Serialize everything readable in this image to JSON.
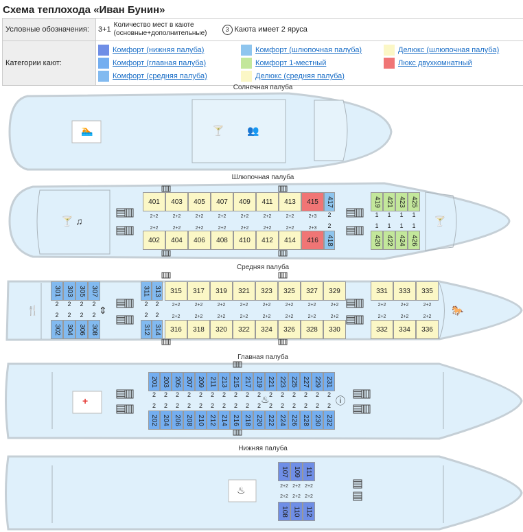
{
  "title": "Схема теплохода «Иван Бунин»",
  "legend": {
    "label_symbols": "Условные обозначения:",
    "capacity_sample": "3+1",
    "capacity_text_1": "Количество мест в каюте",
    "capacity_text_2": "(основные+дополнительные)",
    "tiers_sample": "3",
    "tiers_text": "Каюта имеет 2 яруса",
    "label_categories": "Категории кают:",
    "categories": [
      {
        "label": "Комфорт (нижняя палуба)",
        "color": "#6f8ee6"
      },
      {
        "label": "Комфорт (шлюпочная палуба)",
        "color": "#8ec5ee"
      },
      {
        "label": "Делюкс (шлюпочная палуба)",
        "color": "#fbf7c6"
      },
      {
        "label": "Комфорт (главная палуба)",
        "color": "#74aef0"
      },
      {
        "label": "Комфорт 1-местный",
        "color": "#c3e79b"
      },
      {
        "label": "Люкс двухкомнатный",
        "color": "#f07575"
      },
      {
        "label": "Комфорт (средняя палуба)",
        "color": "#82baf0"
      },
      {
        "label": "Делюкс (средняя палуба)",
        "color": "#fbf7c6"
      }
    ]
  },
  "decks": {
    "sun": "Солнечная палуба",
    "boat": "Шлюпочная палуба",
    "middle": "Средняя палуба",
    "main": "Главная палуба",
    "lower": "Нижняя палуба"
  },
  "places": {
    "p22": "2+2",
    "p2": "2",
    "p23": "2+3",
    "p1": "1"
  },
  "cabins": {
    "boat_top": [
      "401",
      "403",
      "405",
      "407",
      "409",
      "411",
      "413",
      "415"
    ],
    "boat_bot": [
      "402",
      "404",
      "406",
      "408",
      "410",
      "412",
      "414",
      "416"
    ],
    "boat_side": [
      "417",
      "418"
    ],
    "boat_single_top": [
      "419",
      "421",
      "423",
      "425"
    ],
    "boat_single_bot": [
      "420",
      "422",
      "424",
      "426"
    ],
    "mid_fwd_top": [
      "301",
      "303",
      "305",
      "307"
    ],
    "mid_fwd_bot": [
      "302",
      "304",
      "306",
      "308"
    ],
    "mid_side_top": [
      "311",
      "313"
    ],
    "mid_side_bot": [
      "312",
      "314"
    ],
    "mid_top": [
      "315",
      "317",
      "319",
      "321",
      "323",
      "325",
      "327",
      "329"
    ],
    "mid_bot": [
      "316",
      "318",
      "320",
      "322",
      "324",
      "326",
      "328",
      "330"
    ],
    "mid_aft_top": [
      "331",
      "333",
      "335"
    ],
    "mid_aft_bot": [
      "332",
      "334",
      "336"
    ],
    "main_top": [
      "201",
      "203",
      "205",
      "207",
      "209",
      "211",
      "213",
      "215",
      "217",
      "219",
      "221",
      "223",
      "225",
      "227",
      "229",
      "231"
    ],
    "main_bot": [
      "202",
      "204",
      "206",
      "208",
      "210",
      "212",
      "214",
      "216",
      "218",
      "220",
      "222",
      "224",
      "226",
      "228",
      "230",
      "232"
    ],
    "low_top": [
      "107",
      "109",
      "111"
    ],
    "low_bot": [
      "108",
      "110",
      "112"
    ]
  }
}
